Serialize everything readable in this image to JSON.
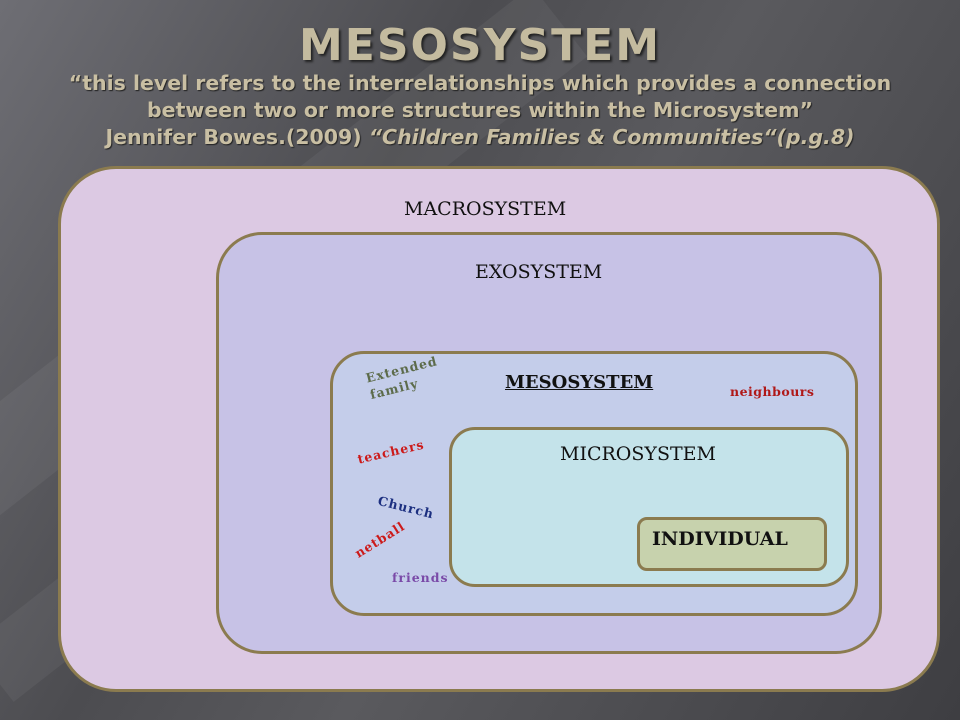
{
  "header": {
    "title": "MESOSYSTEM",
    "subtitle_line1": "“this level refers to the interrelationships which provides a connection",
    "subtitle_line2": "between two or more structures within the Microsystem”",
    "subtitle_line3a": "Jennifer Bowes.(2009) ",
    "subtitle_line3b": "“Children Families & Communities“(p.g.8)"
  },
  "diagram": {
    "macrosystem": "MACROSYSTEM",
    "exosystem": "EXOSYSTEM",
    "mesosystem": "MESOSYSTEM",
    "microsystem": "MICROSYSTEM",
    "individual": "INDIVIDUAL",
    "connections": {
      "extended_family": "Extended family",
      "neighbours": "neighbours",
      "teachers": "teachers",
      "church": "Church",
      "netball": "netball",
      "friends": "friends"
    }
  },
  "colors": {
    "title": "#c4bb9f",
    "border": "#8b7b4f",
    "macro_fill": "#dcc9e3",
    "exo_fill": "#c7c2e6",
    "meso_fill": "#c4cdea",
    "micro_fill": "#c4e3ea",
    "individual_fill": "#c7d2ad"
  }
}
